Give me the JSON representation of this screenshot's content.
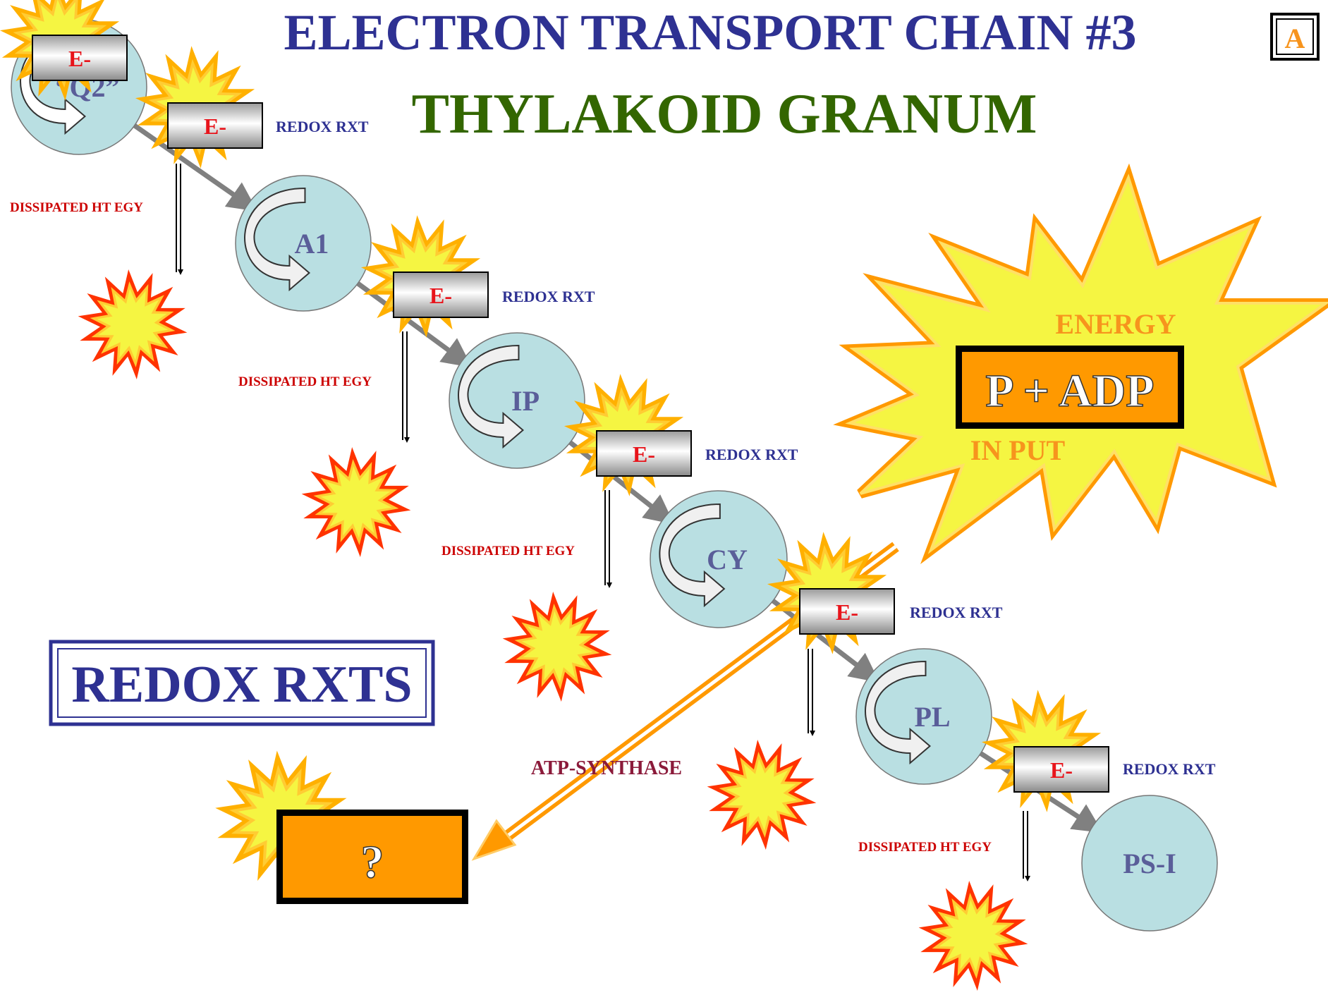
{
  "title": "ELECTRON TRANSPORT CHAIN #3",
  "subtitle": "THYLAKOID GRANUM",
  "corner_badge": "A",
  "nodes": [
    {
      "label": "“Q2”"
    },
    {
      "label": "A1"
    },
    {
      "label": "IP"
    },
    {
      "label": "CY"
    },
    {
      "label": "PL"
    },
    {
      "label": "PS-I"
    }
  ],
  "electron_label": "E-",
  "redox_label": "REDOX RXT",
  "dissipated_label": "DISSIPATED HT EGY",
  "legend_box": "REDOX RXTS",
  "energy_input": {
    "top_label": "ENERGY",
    "box_label": "P + ADP",
    "bottom_label": "IN PUT"
  },
  "atp_synthase_label": "ATP-SYNTHASE",
  "output_box": "?",
  "colors": {
    "title": "#2e3192",
    "subtitle": "#336600",
    "node_fill": "#b9dfe2",
    "electron_text": "#e8141b",
    "burst_outer": "#ff3300",
    "burst_inner": "#f5f542",
    "orange_box": "#ff9900",
    "chain_arrow": "#808080"
  }
}
